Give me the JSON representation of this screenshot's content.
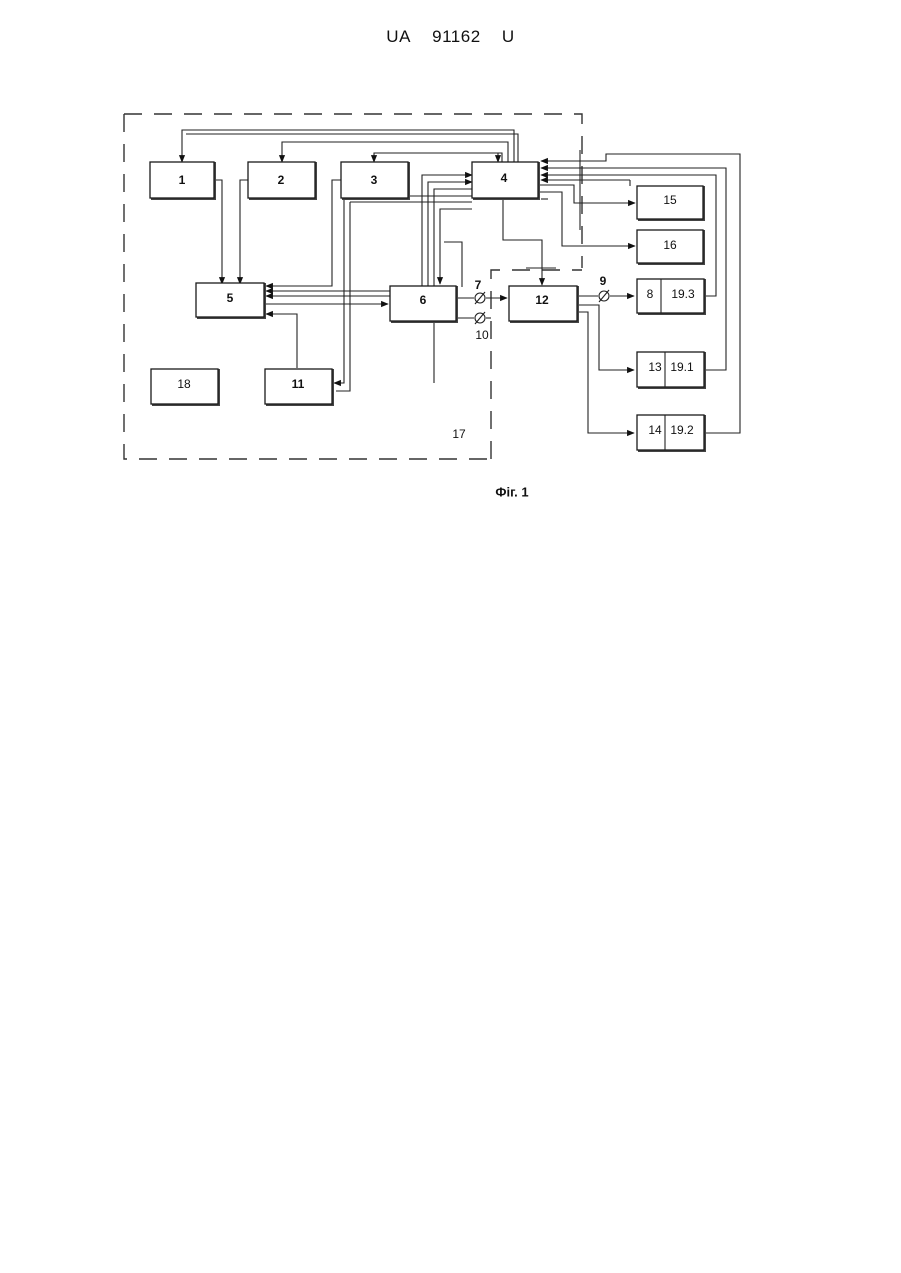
{
  "header": {
    "country": "UA",
    "number": "91162",
    "kind": "U"
  },
  "figure": {
    "caption": "Фіг. 1",
    "blocks": {
      "b1": "1",
      "b2": "2",
      "b3": "3",
      "b4": "4",
      "b5": "5",
      "b6": "6",
      "b11": "11",
      "b12": "12",
      "b15": "15",
      "b16": "16",
      "b18": "18",
      "b8": "8",
      "b19_3": "19.3",
      "b13": "13",
      "b19_1": "19.1",
      "b14": "14",
      "b19_2": "19.2"
    },
    "labels": {
      "enclosure": "17",
      "terminal_7": "7",
      "terminal_10": "10",
      "terminal_9": "9"
    }
  }
}
